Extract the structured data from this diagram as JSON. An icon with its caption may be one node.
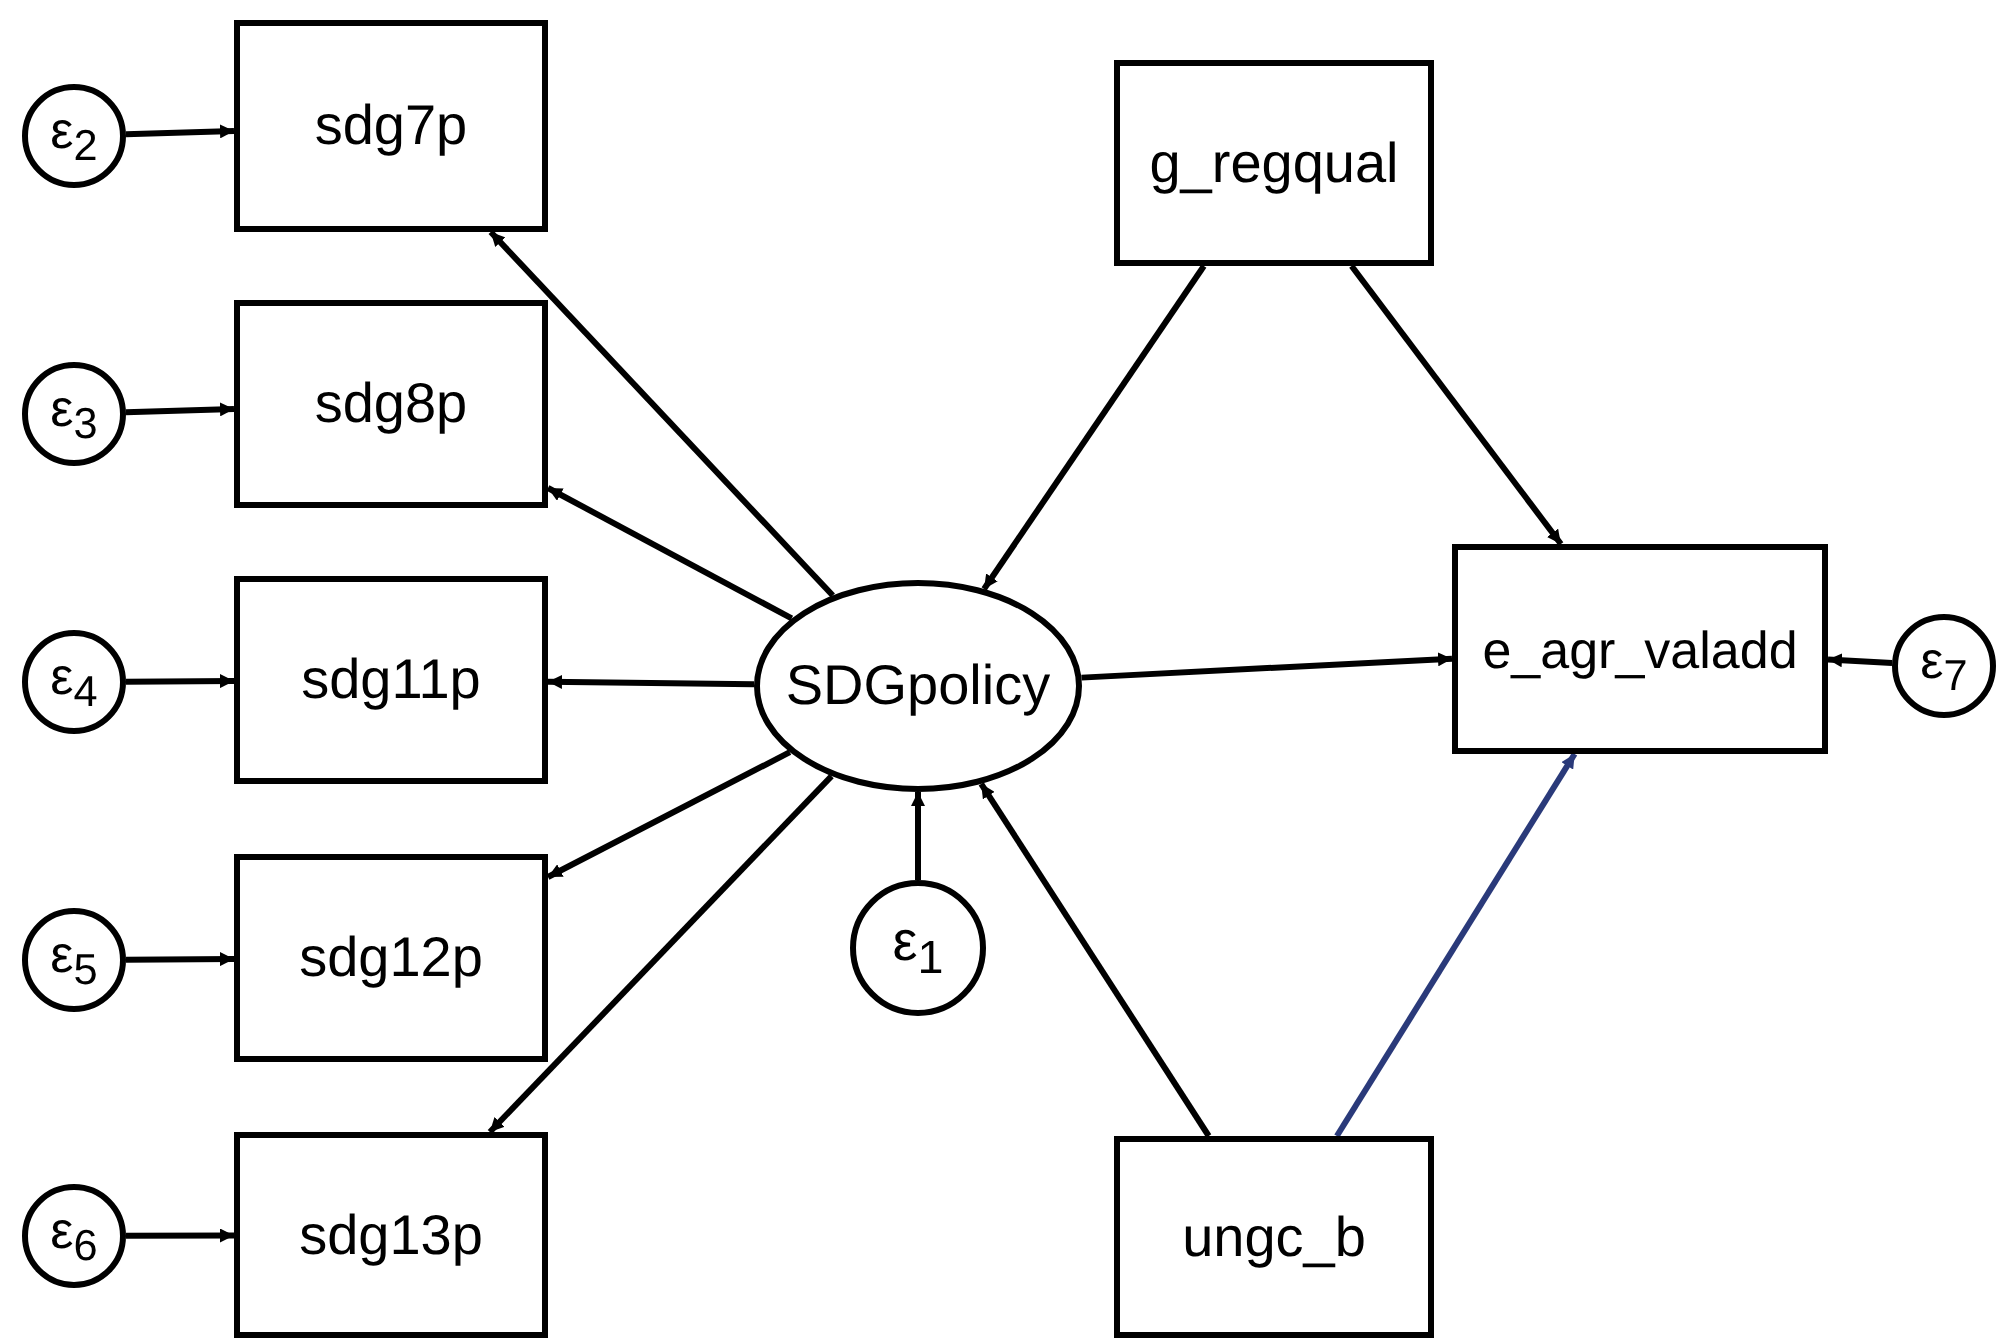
{
  "diagram": {
    "nodes": [
      {
        "text": [
          "ε$_{2}$"
        ]
      },
      {
        "text": [
          "sdg7p"
        ]
      },
      {
        "text": [
          "ε$_{3}$"
        ]
      },
      {
        "text": [
          "sdg8p"
        ]
      },
      {
        "text": [
          "ε$_{4}$"
        ]
      },
      {
        "text": [
          "sdg11p"
        ]
      },
      {
        "text": [
          "ε$_{5}$"
        ]
      },
      {
        "text": [
          "sdg12p"
        ]
      },
      {
        "text": [
          "ε$_{6}$"
        ]
      },
      {
        "text": [
          "sdg13p"
        ]
      },
      {
        "text": [
          "g_regqual"
        ]
      },
      {
        "text": [
          "SDGpolicy"
        ]
      },
      {
        "text": [
          "e_agr_valadd"
        ]
      },
      {
        "text": [
          "ε$_{7}$"
        ]
      },
      {
        "text": [
          "ε$_{1}$"
        ]
      },
      {
        "text": [
          "ungc_b"
        ]
      }
    ],
    "edges": [
      {
        "from": 0,
        "to": 1,
        "arrow": "to"
      },
      {
        "from": 2,
        "to": 3,
        "arrow": "to"
      },
      {
        "from": 4,
        "to": 5,
        "arrow": "to"
      },
      {
        "from": 6,
        "to": 7,
        "arrow": "to"
      },
      {
        "from": 8,
        "to": 9,
        "arrow": "to"
      },
      {
        "from": 11,
        "to": 1,
        "arrow": "to"
      },
      {
        "from": 11,
        "to": 3,
        "arrow": "to"
      },
      {
        "from": 11,
        "to": 5,
        "arrow": "to"
      },
      {
        "from": 11,
        "to": 7,
        "arrow": "to"
      },
      {
        "from": 11,
        "to": 9,
        "arrow": "to"
      },
      {
        "from": 10,
        "to": 11,
        "arrow": "to"
      },
      {
        "from": 10,
        "to": 12,
        "arrow": "to"
      },
      {
        "from": 11,
        "to": 12,
        "arrow": "to"
      },
      {
        "from": 13,
        "to": 12,
        "arrow": "to"
      },
      {
        "from": 14,
        "to": 11,
        "arrow": "to"
      },
      {
        "from": 15,
        "to": 11,
        "arrow": "to"
      },
      {
        "from": 15,
        "to": 12,
        "arrow": "to",
        "color": "#2a3a7a"
      }
    ]
  }
}
